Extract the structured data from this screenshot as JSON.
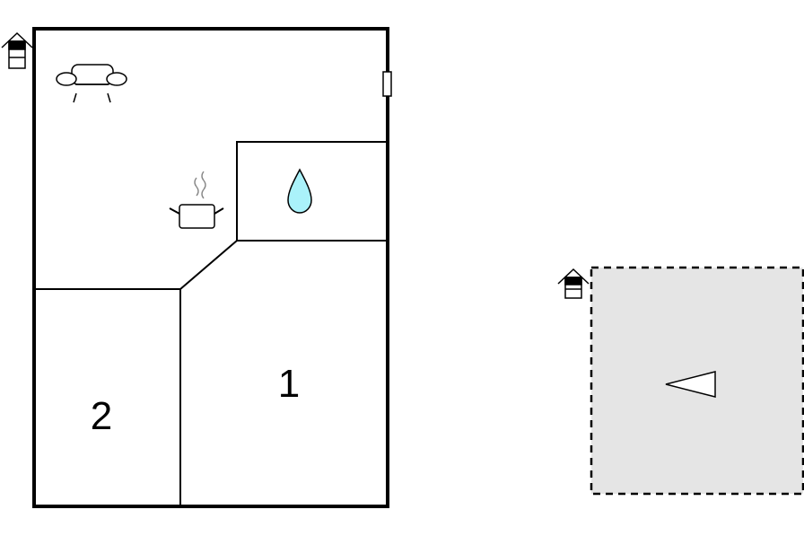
{
  "floorplan": {
    "rooms": [
      {
        "id": "bedroom-1",
        "number": "1"
      },
      {
        "id": "bedroom-2",
        "number": "2"
      }
    ],
    "icons": {
      "living_room": "sofa-icon",
      "kitchen": "cooking-pot-icon",
      "bathroom": "water-drop-icon",
      "entrance": "house-entrance-icon",
      "terrace_direction": "triangle-direction-icon"
    },
    "colors": {
      "walls": "#000000",
      "water_drop": "#aaf2fa",
      "outdoor_area": "#e5e5e5",
      "steam": "#888888"
    }
  }
}
